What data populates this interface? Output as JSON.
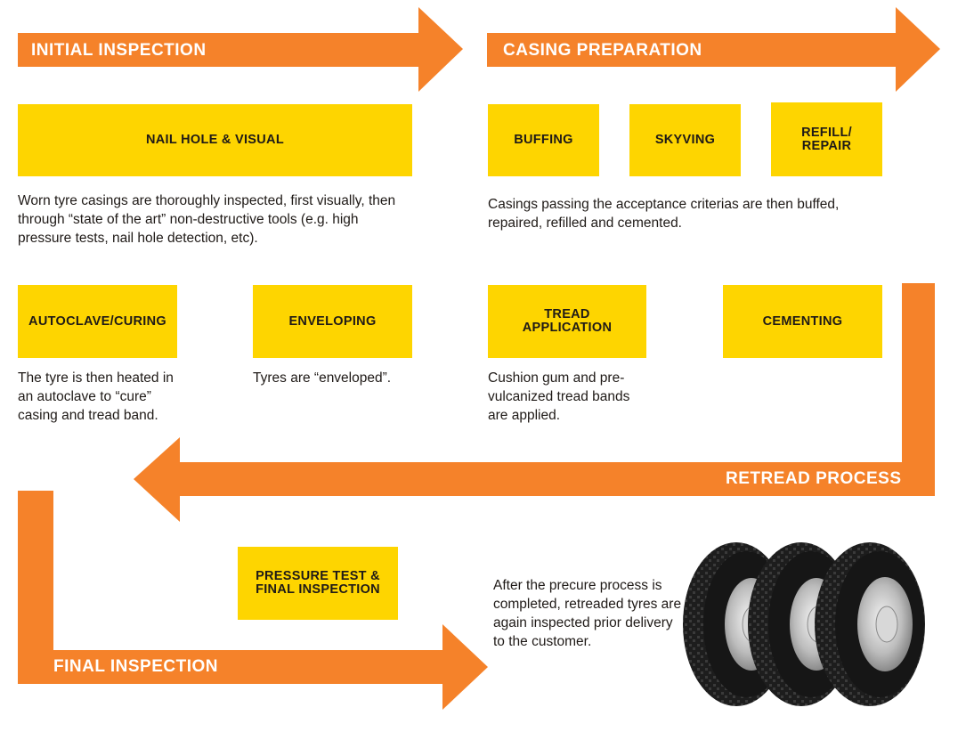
{
  "stages": {
    "initial_inspection": "INITIAL INSPECTION",
    "casing_preparation": "CASING PREPARATION",
    "retread_process": "RETREAD PROCESS",
    "final_inspection": "FINAL INSPECTION"
  },
  "steps": {
    "nail_hole_visual": "NAIL HOLE & VISUAL",
    "buffing": "BUFFING",
    "skyving": "SKYVING",
    "refill_repair": "REFILL/\nREPAIR",
    "autoclave_curing": "AUTOCLAVE/CURING",
    "enveloping": "ENVELOPING",
    "tread_application": "TREAD\nAPPLICATION",
    "cementing": "CEMENTING",
    "pressure_test": "PRESSURE TEST &\nFINAL INSPECTION"
  },
  "descriptions": {
    "initial": "Worn tyre casings are thoroughly inspected, first visually, then through “state of the art” non-destructive tools (e.g. high pressure tests, nail hole detection, etc).",
    "casing": "Casings passing the acceptance criterias are then buffed, repaired, refilled and cemented.",
    "autoclave": "The tyre is then heated in an autoclave to “cure” casing and tread band.",
    "enveloping": "Tyres are “enveloped”.",
    "tread": "Cushion gum and pre-vulcanized tread bands are applied.",
    "final": "After the precure process is completed, retreaded tyres are again inspected prior delivery to the customer."
  },
  "colors": {
    "arrow": "#f5822a",
    "step_box": "#fed500",
    "text": "#1f1a17"
  }
}
